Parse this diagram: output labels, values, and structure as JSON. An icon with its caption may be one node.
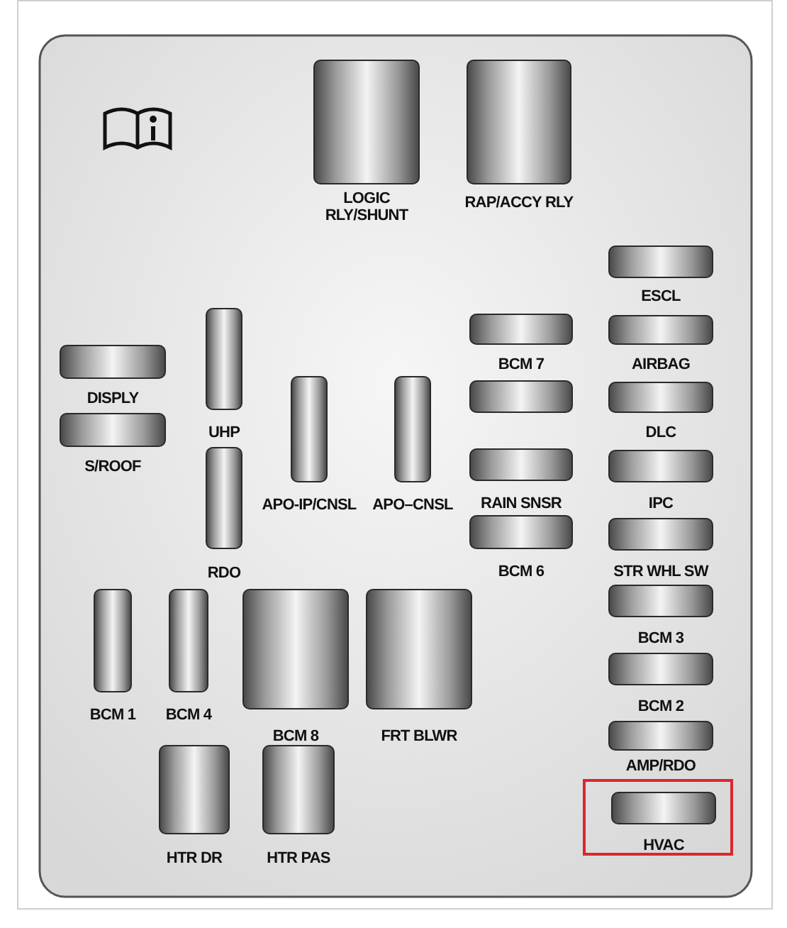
{
  "diagram": {
    "nodes": [
      {
        "text": [
          "LOGIC RLY/SHUNT"
        ]
      },
      {
        "text": [
          "RAP/ACCY RLY"
        ]
      },
      {
        "text": [
          "ESCL"
        ]
      },
      {
        "text": [
          "BCM 7"
        ]
      },
      {
        "text": [
          "AIRBAG"
        ]
      },
      {
        "text": [
          "DISPLY"
        ]
      },
      {
        "text": [
          "UHP"
        ]
      },
      {
        "text": [
          "APO-IP/CNSL"
        ]
      },
      {
        "text": [
          "APO–CNSL"
        ]
      },
      {
        "text": [],
        "shape": "box"
      },
      {
        "text": [
          "DLC"
        ]
      },
      {
        "text": [
          "S/ROOF"
        ]
      },
      {
        "text": [
          "RDO"
        ]
      },
      {
        "text": [
          "RAIN SNSR"
        ]
      },
      {
        "text": [
          "IPC"
        ]
      },
      {
        "text": [
          "BCM 6"
        ]
      },
      {
        "text": [
          "STR WHL SW"
        ]
      },
      {
        "text": [
          "BCM 1"
        ]
      },
      {
        "text": [
          "BCM 4"
        ]
      },
      {
        "text": [
          "BCM 8"
        ]
      },
      {
        "text": [
          "FRT BLWR"
        ]
      },
      {
        "text": [
          "BCM 3"
        ]
      },
      {
        "text": [
          "BCM 2"
        ]
      },
      {
        "text": [
          "HTR DR"
        ]
      },
      {
        "text": [
          "HTR PAS"
        ]
      },
      {
        "text": [
          "AMP/RDO"
        ]
      },
      {
        "text": [],
        "shape": "box"
      },
      {
        "text": [
          "HVAC"
        ],
        "in": 26
      }
    ]
  }
}
